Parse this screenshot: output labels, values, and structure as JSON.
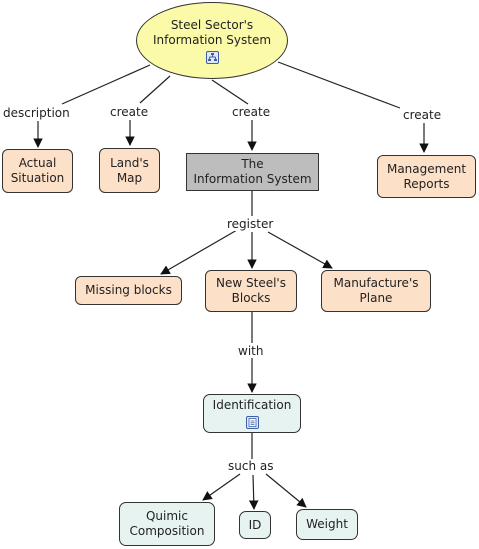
{
  "nodes": {
    "root": "Steel Sector's\nInformation System",
    "actual_situation": "Actual\nSituation",
    "lands_map": "Land's\nMap",
    "information_system": "The\nInformation System",
    "management_reports": "Management\nReports",
    "missing_blocks": "Missing blocks",
    "new_steel_blocks": "New Steel's\nBlocks",
    "manufactures_plane": "Manufacture's\nPlane",
    "identification": "Identification",
    "quimic_composition": "Quimic\nComposition",
    "id": "ID",
    "weight": "Weight"
  },
  "links": {
    "description": "description",
    "create_map": "create",
    "create_system": "create",
    "create_reports": "create",
    "register": "register",
    "with": "with",
    "such_as": "such as"
  },
  "icons": {
    "root_icon": "concept-map-icon",
    "identification_icon": "document-icon"
  },
  "colors": {
    "root_fill": "#fbfaa8",
    "node_fill": "#fde0c8",
    "system_fill": "#bdbdbd",
    "identification_fill": "#e6f3f1"
  }
}
